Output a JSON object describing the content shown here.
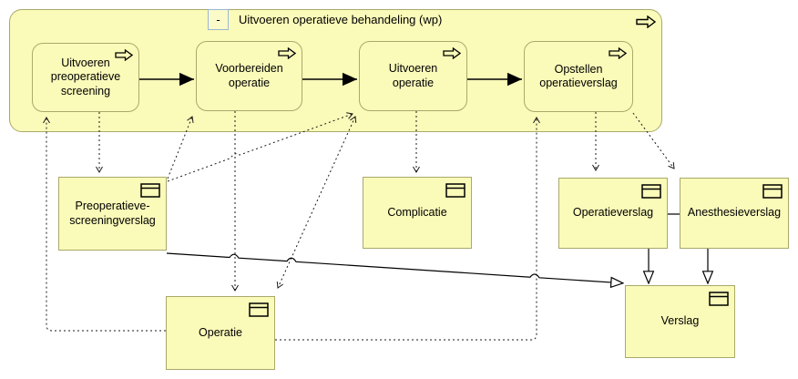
{
  "diagram": {
    "group": {
      "collapse_label": "-",
      "title": "Uitvoeren operatieve behandeling (wp)"
    },
    "processes": [
      {
        "label": "Uitvoeren preoperatieve screening"
      },
      {
        "label": "Voorbereiden operatie"
      },
      {
        "label": "Uitvoeren operatie"
      },
      {
        "label": "Opstellen operatieverslag"
      }
    ],
    "objects": [
      {
        "label": "Preoperatieve-screeningverslag"
      },
      {
        "label": "Complicatie"
      },
      {
        "label": "Operatieverslag"
      },
      {
        "label": "Anesthesieverslag"
      },
      {
        "label": "Operatie"
      },
      {
        "label": "Verslag"
      }
    ],
    "icons": {
      "process": "process-arrow-icon",
      "business_object": "business-object-icon"
    },
    "colors": {
      "node_fill": "#fafab9",
      "node_border": "#a9a96b",
      "collapse_border": "#9cb6d1",
      "line": "#1a1a1a"
    }
  }
}
